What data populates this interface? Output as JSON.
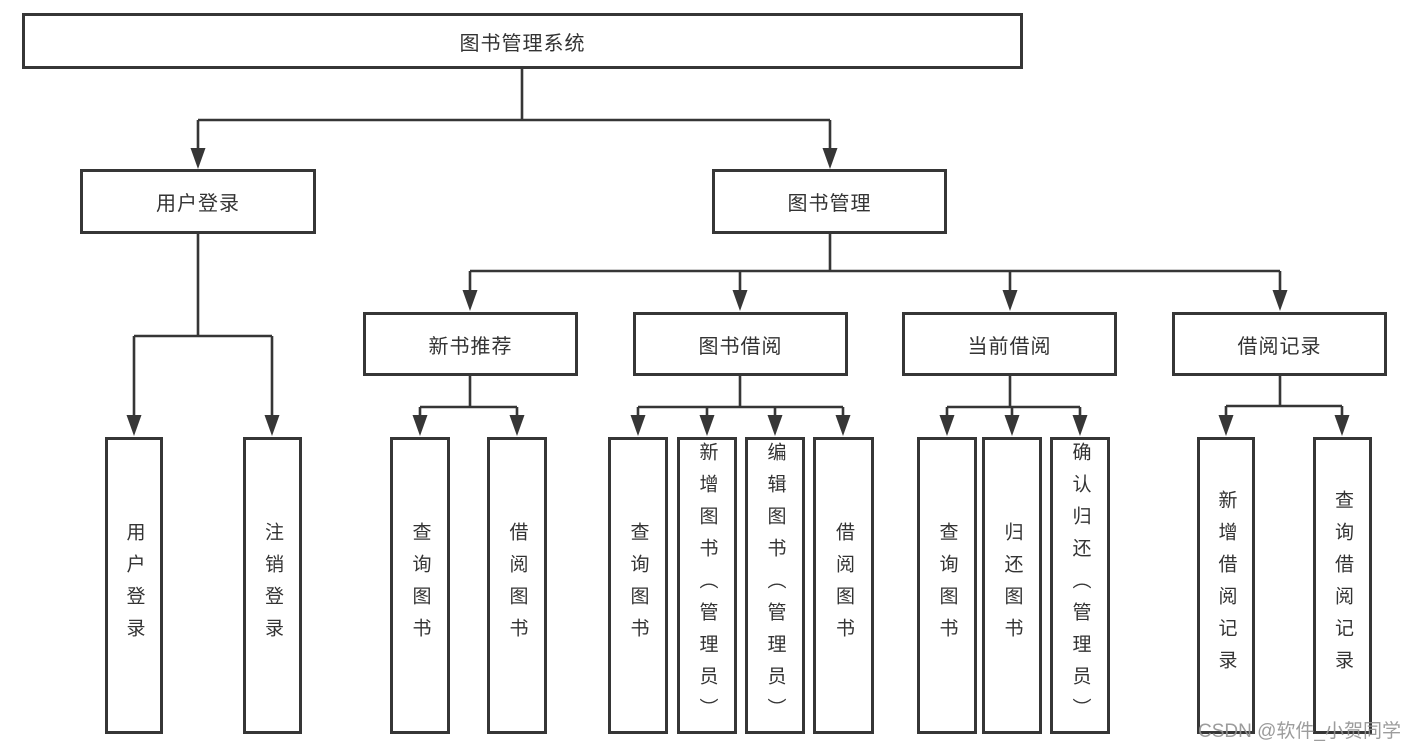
{
  "tree": {
    "label": "图书管理系统",
    "children": [
      {
        "label": "用户登录",
        "children": [
          {
            "label": "用户登录"
          },
          {
            "label": "注销登录"
          }
        ]
      },
      {
        "label": "图书管理",
        "children": [
          {
            "label": "新书推荐",
            "children": [
              {
                "label": "查询图书"
              },
              {
                "label": "借阅图书"
              }
            ]
          },
          {
            "label": "图书借阅",
            "children": [
              {
                "label": "查询图书"
              },
              {
                "label": "新增图书（管理员）"
              },
              {
                "label": "编辑图书（管理员）"
              },
              {
                "label": "借阅图书"
              }
            ]
          },
          {
            "label": "当前借阅",
            "children": [
              {
                "label": "查询图书"
              },
              {
                "label": "归还图书"
              },
              {
                "label": "确认归还（管理员）"
              }
            ]
          },
          {
            "label": "借阅记录",
            "children": [
              {
                "label": "新增借阅记录"
              },
              {
                "label": "查询借阅记录"
              }
            ]
          }
        ]
      }
    ]
  },
  "watermark": {
    "text": "CSDN @软件_小贺同学"
  },
  "colors": {
    "line": "#363636",
    "box_border": "#363636",
    "text": "#333333",
    "watermark": "#919191",
    "background": "#ffffff"
  }
}
